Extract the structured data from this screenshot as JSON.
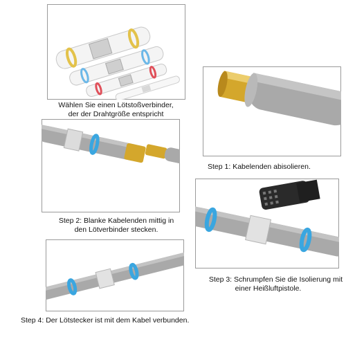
{
  "panel_intro": {
    "caption_line1": "Wählen Sie einen Lötstoßverbinder,",
    "caption_line2": "der der Drahtgröße entspricht"
  },
  "panel_step1": {
    "caption": "Step 1: Kabelenden abisolieren."
  },
  "panel_step2": {
    "caption_line1": "Step 2: Blanke Kabelenden mittig in",
    "caption_line2": "den Lötverbinder stecken."
  },
  "panel_step3": {
    "caption_line1": "Step 3: Schrumpfen Sie die Isolierung mit",
    "caption_line2": "einer Heißluftpistole."
  },
  "panel_step4": {
    "caption": "Step 4: Der Lötstecker ist mit dem Kabel verbunden."
  },
  "colors": {
    "wire_gray": "#a9a9a9",
    "copper_gold": "#d4a72c",
    "ring_blue": "#3aa6e0",
    "ring_yellow": "#e3c24a",
    "ring_red": "#e0505a",
    "frame_gray": "#9a9a9a"
  },
  "icons": [
    "wire-illustration",
    "solder-sleeve-illustration",
    "heat-gun-illustration"
  ]
}
